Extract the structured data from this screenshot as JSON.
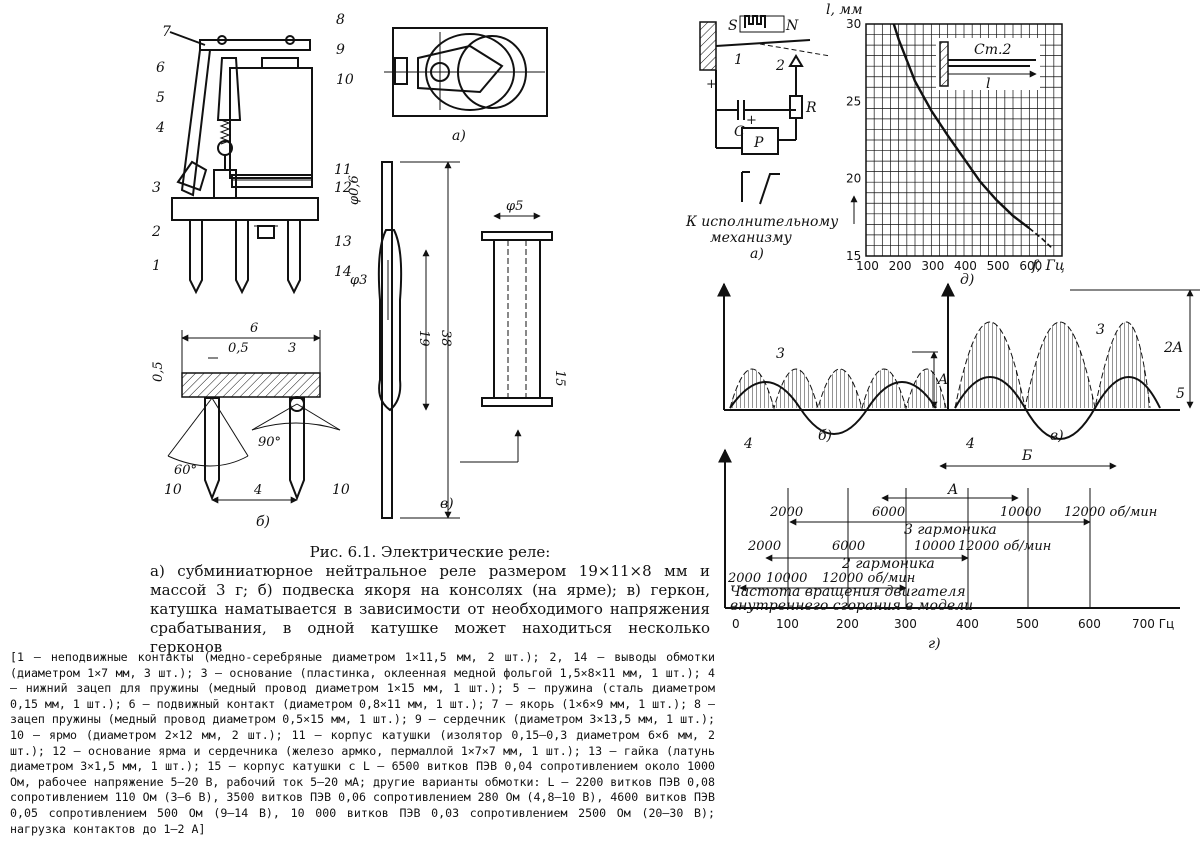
{
  "caption": {
    "title": "Рис. 6.1. Электрические реле:",
    "text": "а) субминиатюрное нейтральное реле размером 19×11×8 мм и массой 3 г; б) подвеска якоря на консолях (на ярме); в) геркон, катушка наматывается в зависимости от необходимого напряжения срабатывания, в одной катушке может находиться несколько герконов"
  },
  "legend": "[1 — неподвижные контакты (медно-серебряные диаметром 1×11,5 мм, 2 шт.); 2, 14 — выводы обмотки (диаметром 1×7 мм, 3 шт.); 3 — основание (пластинка, оклеенная медной фольгой 1,5×8×11 мм, 1 шт.); 4 — нижний зацеп для пружины (медный провод диаметром 1×15 мм, 1 шт.); 5 — пружина (сталь диаметром 0,15 мм, 1 шт.); 6 — подвижный контакт (диаметром 0,8×11 мм, 1 шт.); 7 — якорь (1×6×9 мм, 1 шт.); 8 — зацеп пружины (медный провод диаметром 0,5×15 мм, 1 шт.); 9 — сердечник (диаметром 3×13,5 мм, 1 шт.); 10 — ярмо (диаметром 2×12 мм, 2 шт.); 11 — корпус катушки (изолятор 0,15—0,3 диаметром 6×6 мм, 2 шт.); 12 — основание ярма и сердечника (железо армко, пермаллой 1×7×7 мм, 1 шт.); 13 — гайка (латунь диаметром 3×1,5 мм, 1 шт.); 15 — корпус катушки с L — 6500 витков ПЭВ 0,04 сопротивлением около 1000 Ом, рабочее напряжение 5—20 В, рабочий ток 5—20 мА; другие варианты обмотки: L — 2200 витков ПЭВ 0,08 сопротивлением 110 Ом (3—6 В), 3500 витков ПЭВ 0,06 сопротивлением 280 Ом (4,8—10 В), 4600 витков ПЭВ 0,05 сопротивлением 500 Ом (9—14 В), 10 000 витков ПЭВ 0,03 сопротивлением 2500 Ом (20—30 В); нагрузка контактов до 1—2 А]",
  "fig_a_relay": {
    "labels": [
      "7",
      "8",
      "9",
      "6",
      "10",
      "5",
      "4",
      "11",
      "3",
      "12",
      "2",
      "13",
      "1",
      "14"
    ],
    "sub": "а)"
  },
  "fig_b": {
    "dims": [
      "6",
      "0,5",
      "0,5",
      "3",
      "60°",
      "90°",
      "4"
    ],
    "parts": [
      "10",
      "10"
    ],
    "sub": "б)"
  },
  "fig_v": {
    "dims": [
      "φ0,6",
      "φ3",
      "19",
      "38",
      "φ5",
      "15"
    ],
    "sub": "в)"
  },
  "fig_circuit": {
    "labels": [
      "S",
      "N",
      "1",
      "2",
      "R",
      "C",
      "+",
      "P",
      "+"
    ],
    "caption_line1": "К исполнительному",
    "caption_line2": "механизму",
    "sub": "а)"
  },
  "chart_d": {
    "ylabel": "l, мм",
    "xlabel": "f, Гц",
    "inset_label1": "Ст.2",
    "inset_label2": "l",
    "sub": "д)"
  },
  "fig_bv": {
    "labels": [
      "3",
      "4",
      "A",
      "3",
      "4",
      "2A",
      "5"
    ],
    "sub_b": "б)",
    "sub_v": "в)"
  },
  "fig_g": {
    "top": [
      "Б",
      "A",
      "2000",
      "6000",
      "10000",
      "12000 об/мин"
    ],
    "harm3": "3 гармоника",
    "harm3_nums": [
      "2000",
      "6000",
      "10000",
      "12000 об/мин"
    ],
    "harm2": "2 гармоника",
    "harm2_nums": [
      "2000",
      "10000",
      "12000 об/мин"
    ],
    "motor1": "Частота вращения двигателя",
    "motor2": "внутреннего сгорания в модели",
    "axis": [
      "0",
      "100",
      "200",
      "300",
      "400",
      "500",
      "600",
      "700 Гц"
    ],
    "sub": "г)"
  },
  "chart_data": {
    "type": "line",
    "title": "",
    "xlabel": "f, Гц",
    "ylabel": "l, мм",
    "xlim": [
      100,
      700
    ],
    "ylim": [
      15,
      30
    ],
    "x_ticks": [
      100,
      200,
      300,
      400,
      500,
      600
    ],
    "y_ticks": [
      15,
      20,
      25,
      30
    ],
    "grid": true,
    "series": [
      {
        "x": [
          185,
          200,
          250,
          300,
          350,
          400,
          450,
          500,
          550,
          600,
          640,
          670
        ],
        "y": [
          30,
          29,
          26.3,
          24.4,
          22.8,
          21.3,
          19.8,
          18.6,
          17.6,
          16.8,
          16.1,
          15.5
        ]
      }
    ]
  }
}
